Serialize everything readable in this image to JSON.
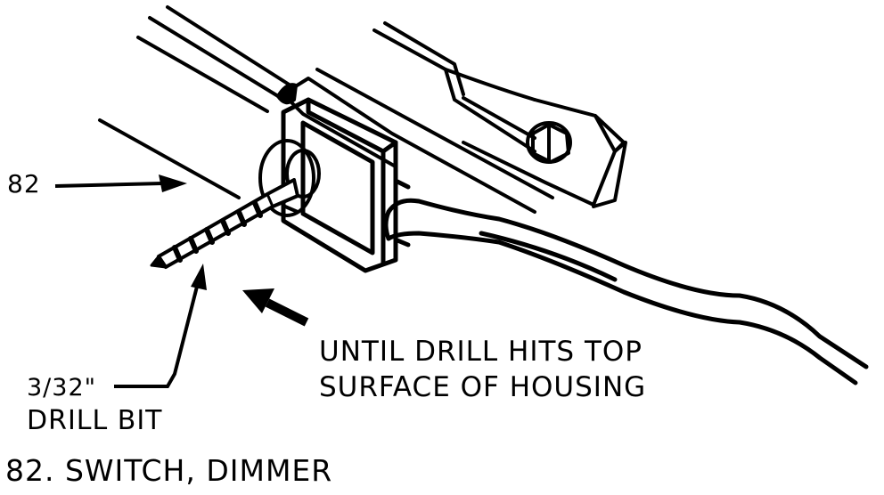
{
  "labels": {
    "callout": "82",
    "drill_size": "3/32\"",
    "drill_bit": "DRILL BIT",
    "note_line1": "UNTIL DRILL HITS TOP",
    "note_line2": "SURFACE OF HOUSING",
    "caption": "82.  SWITCH, DIMMER"
  },
  "colors": {
    "ink": "#000000",
    "paper": "#ffffff"
  }
}
